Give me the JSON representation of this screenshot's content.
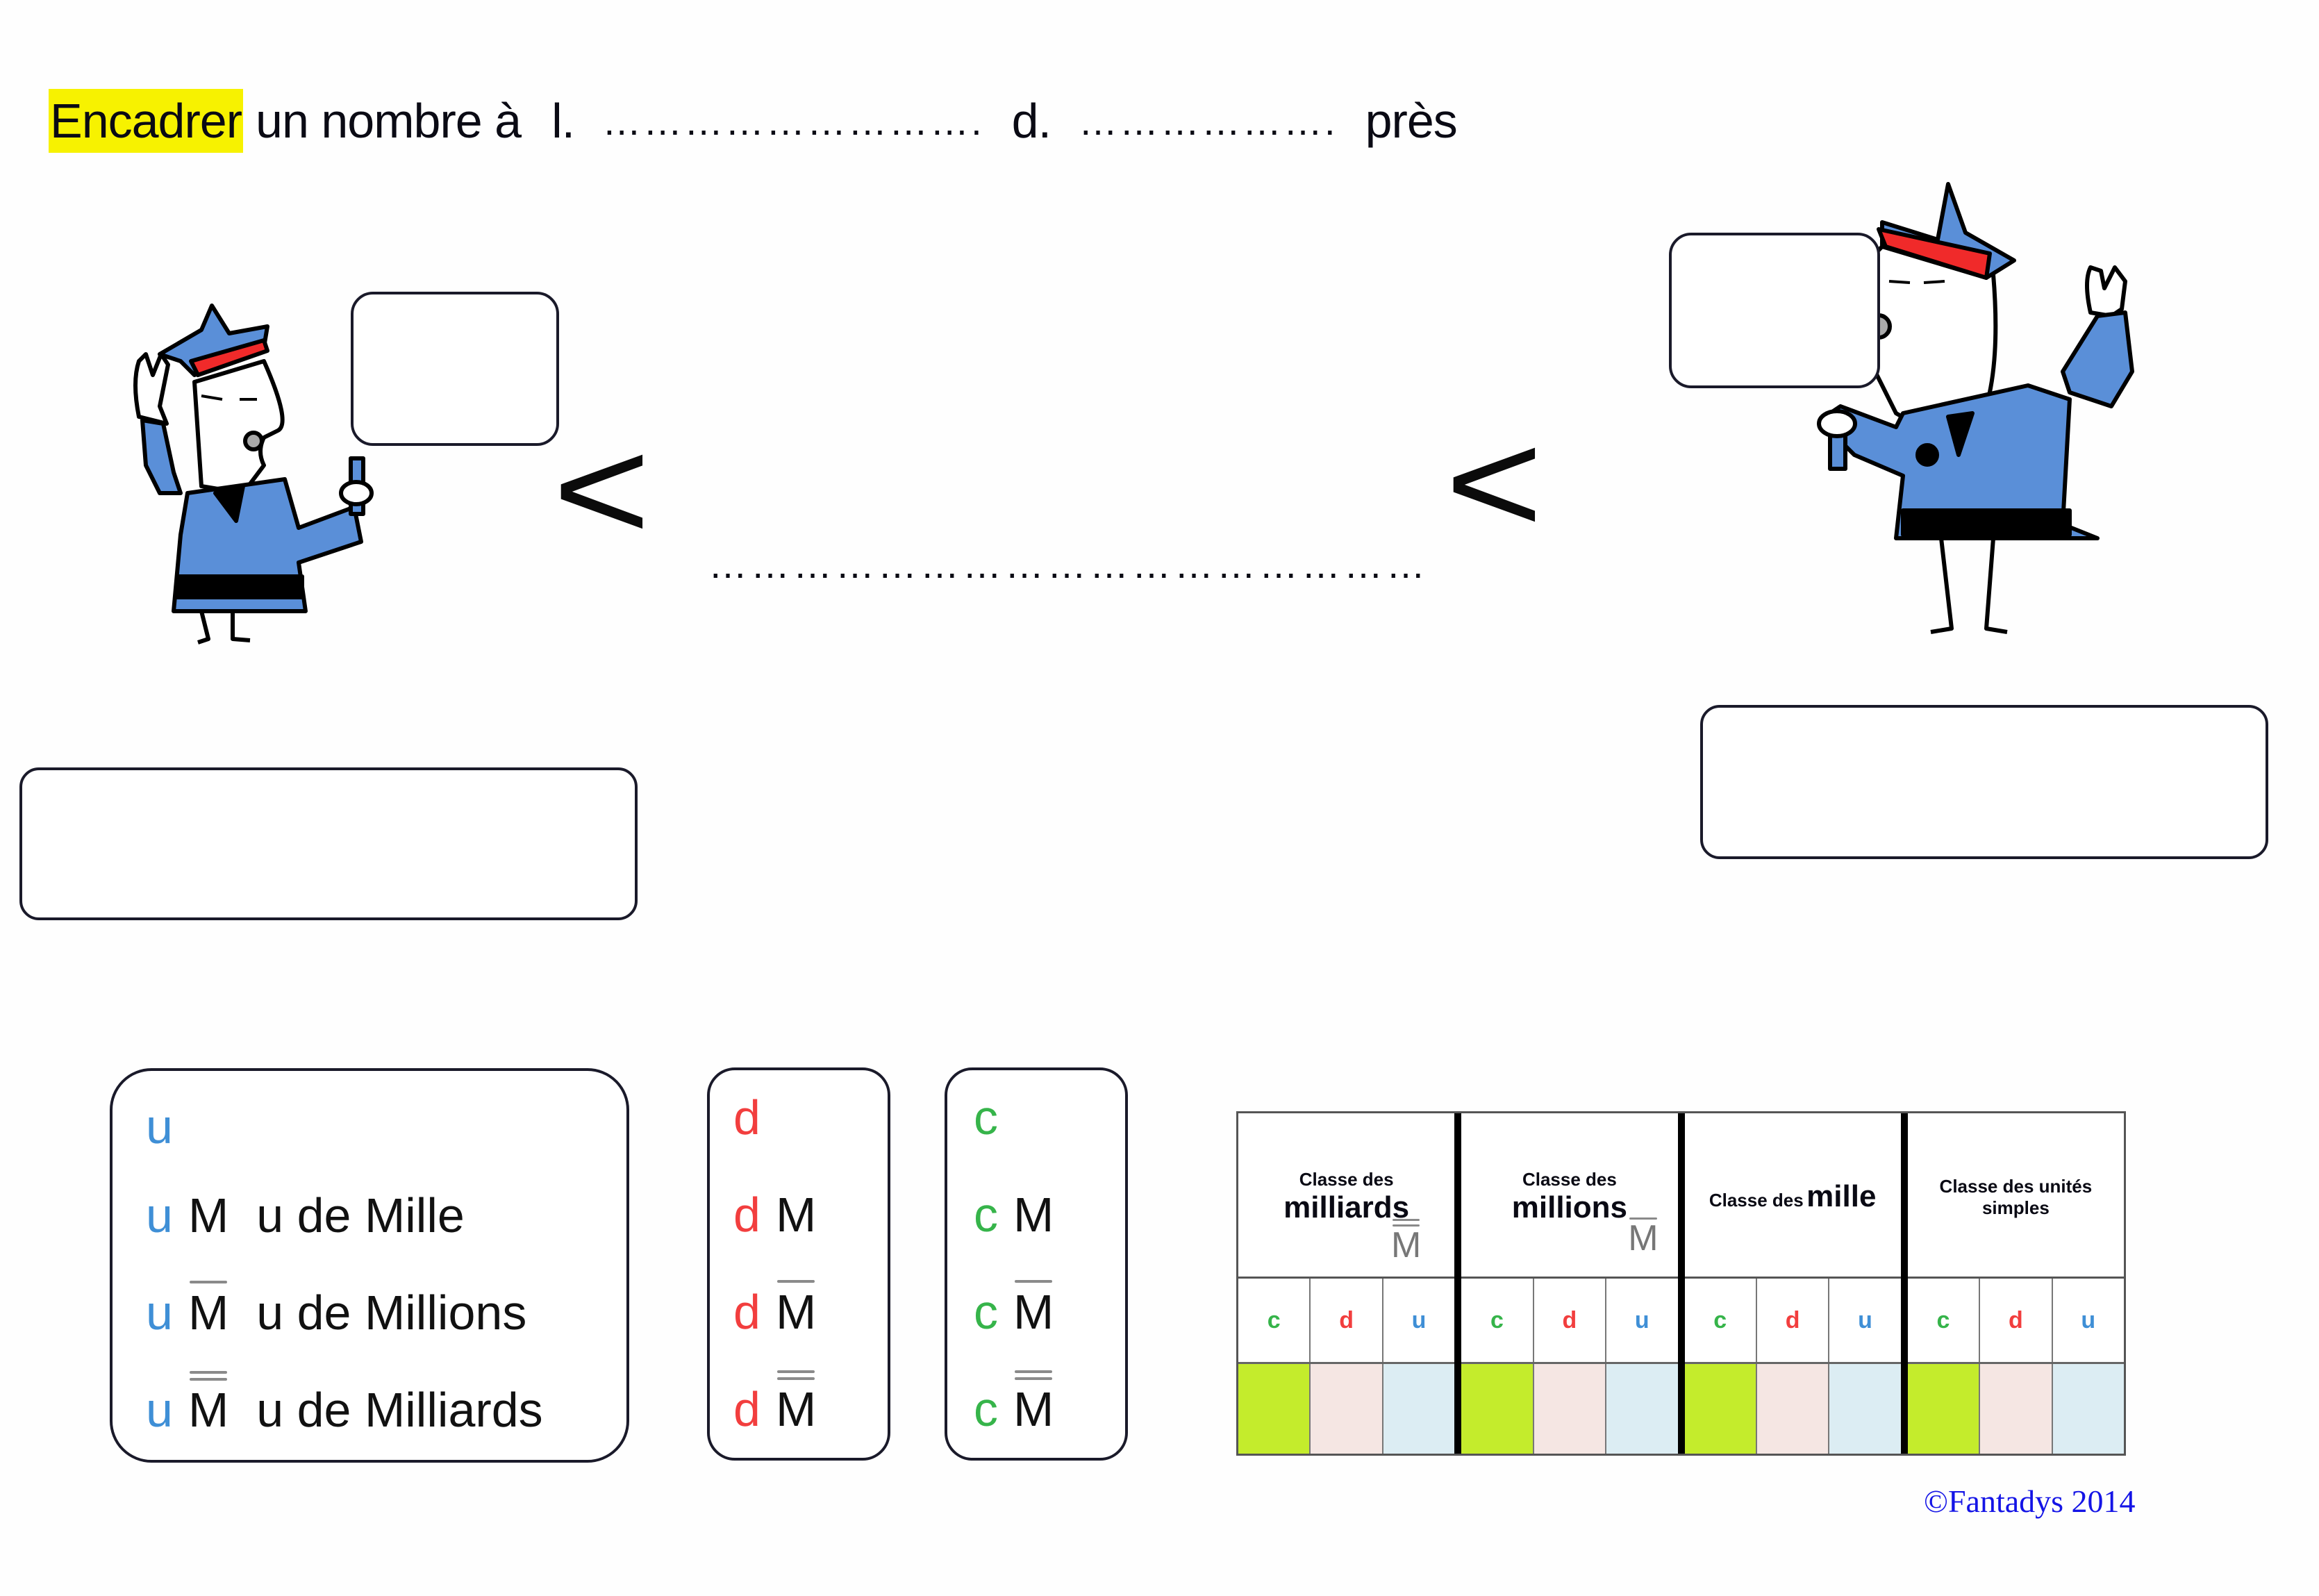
{
  "title": {
    "highlight": "Encadrer",
    "text_1": "un nombre à",
    "l_label": "l.",
    "dots_1": "……………………….",
    "d_label": "d.",
    "dots_2": "……………….",
    "suffix": "près"
  },
  "colors": {
    "highlight": "#f7f200",
    "unit_blue": "#3f8fd6",
    "tens_red": "#f23e3e",
    "hundreds_green": "#36b44a",
    "uniform_blue": "#5a8fd8",
    "cap_red": "#f02a2a",
    "col_c_fill": "#c4ec2c",
    "col_d_fill": "#f5e6e3",
    "col_u_fill": "#dcedf3",
    "copyright": "#1414e6"
  },
  "comparison": {
    "left_symbol": "<",
    "right_symbol": "<",
    "middle_dots": "……………………………………………"
  },
  "legend_u": {
    "rows": [
      {
        "letter": "u",
        "bars": -1,
        "desc": ""
      },
      {
        "letter": "u",
        "bars": 0,
        "m": "M",
        "desc": "u de Mille"
      },
      {
        "letter": "u",
        "bars": 1,
        "m": "M",
        "desc": "u de Millions"
      },
      {
        "letter": "u",
        "bars": 2,
        "m": "M",
        "desc": "u de Milliards"
      }
    ]
  },
  "legend_d": {
    "rows": [
      {
        "letter": "d"
      },
      {
        "letter": "d",
        "m": "M"
      },
      {
        "letter": "d",
        "m": "M"
      },
      {
        "letter": "d",
        "m": "M"
      }
    ]
  },
  "legend_c": {
    "rows": [
      {
        "letter": "c"
      },
      {
        "letter": "c",
        "m": "M"
      },
      {
        "letter": "c",
        "m": "M"
      },
      {
        "letter": "c",
        "m": "M"
      }
    ]
  },
  "table": {
    "classes": [
      {
        "small": "Classe des",
        "big": "milliards",
        "mark": "M",
        "mark_bars": 2
      },
      {
        "small": "Classe des",
        "big": "millions",
        "mark": "M",
        "mark_bars": 1
      },
      {
        "small": "Classe des",
        "big": "mille"
      },
      {
        "small": "Classe des unités",
        "small2": "simples"
      }
    ],
    "columns": [
      "c",
      "d",
      "u"
    ]
  },
  "copyright": "©Fantadys 2014"
}
